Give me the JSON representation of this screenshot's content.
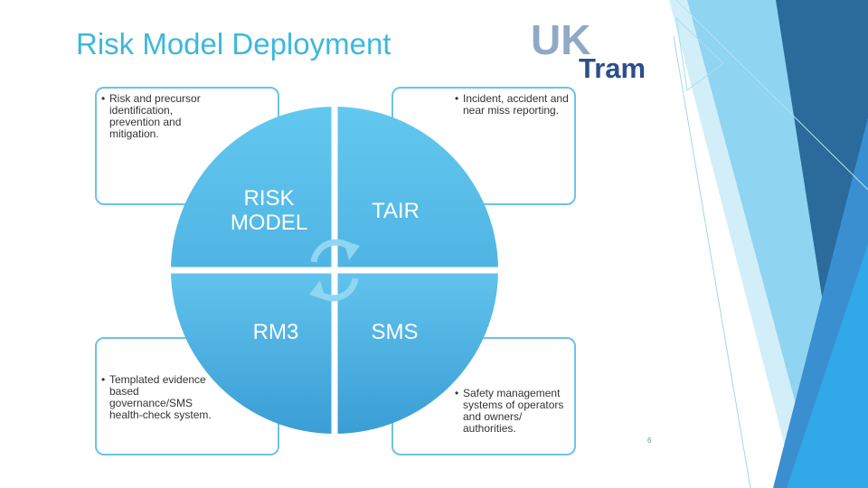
{
  "slide": {
    "title": "Risk Model Deployment",
    "page_number": "6"
  },
  "logo": {
    "text_uk": "UK",
    "text_tram": "Tram"
  },
  "notes": {
    "top_left": "Risk and precursor\nidentification,\nprevention and\nmitigation.",
    "top_right": "Incident, accident and\nnear miss reporting.",
    "bottom_left": "Templated evidence\nbased\ngovernance/SMS\nhealth-check system.",
    "bottom_right": "Safety management\nsystems of operators\nand owners/\nauthorities."
  },
  "quadrants": {
    "top_left": "RISK\nMODEL",
    "top_right": "TAIR",
    "bottom_left": "RM3",
    "bottom_right": "SMS"
  },
  "colors": {
    "title": "#3db8dc",
    "circle_top": "#5cc2ea",
    "circle_bottom": "#44a6d8",
    "box_border": "#6ac4e6",
    "accent_dark": "#2a6b9c",
    "accent_mid": "#3a8fd0",
    "accent_light": "#bfe6f7"
  }
}
